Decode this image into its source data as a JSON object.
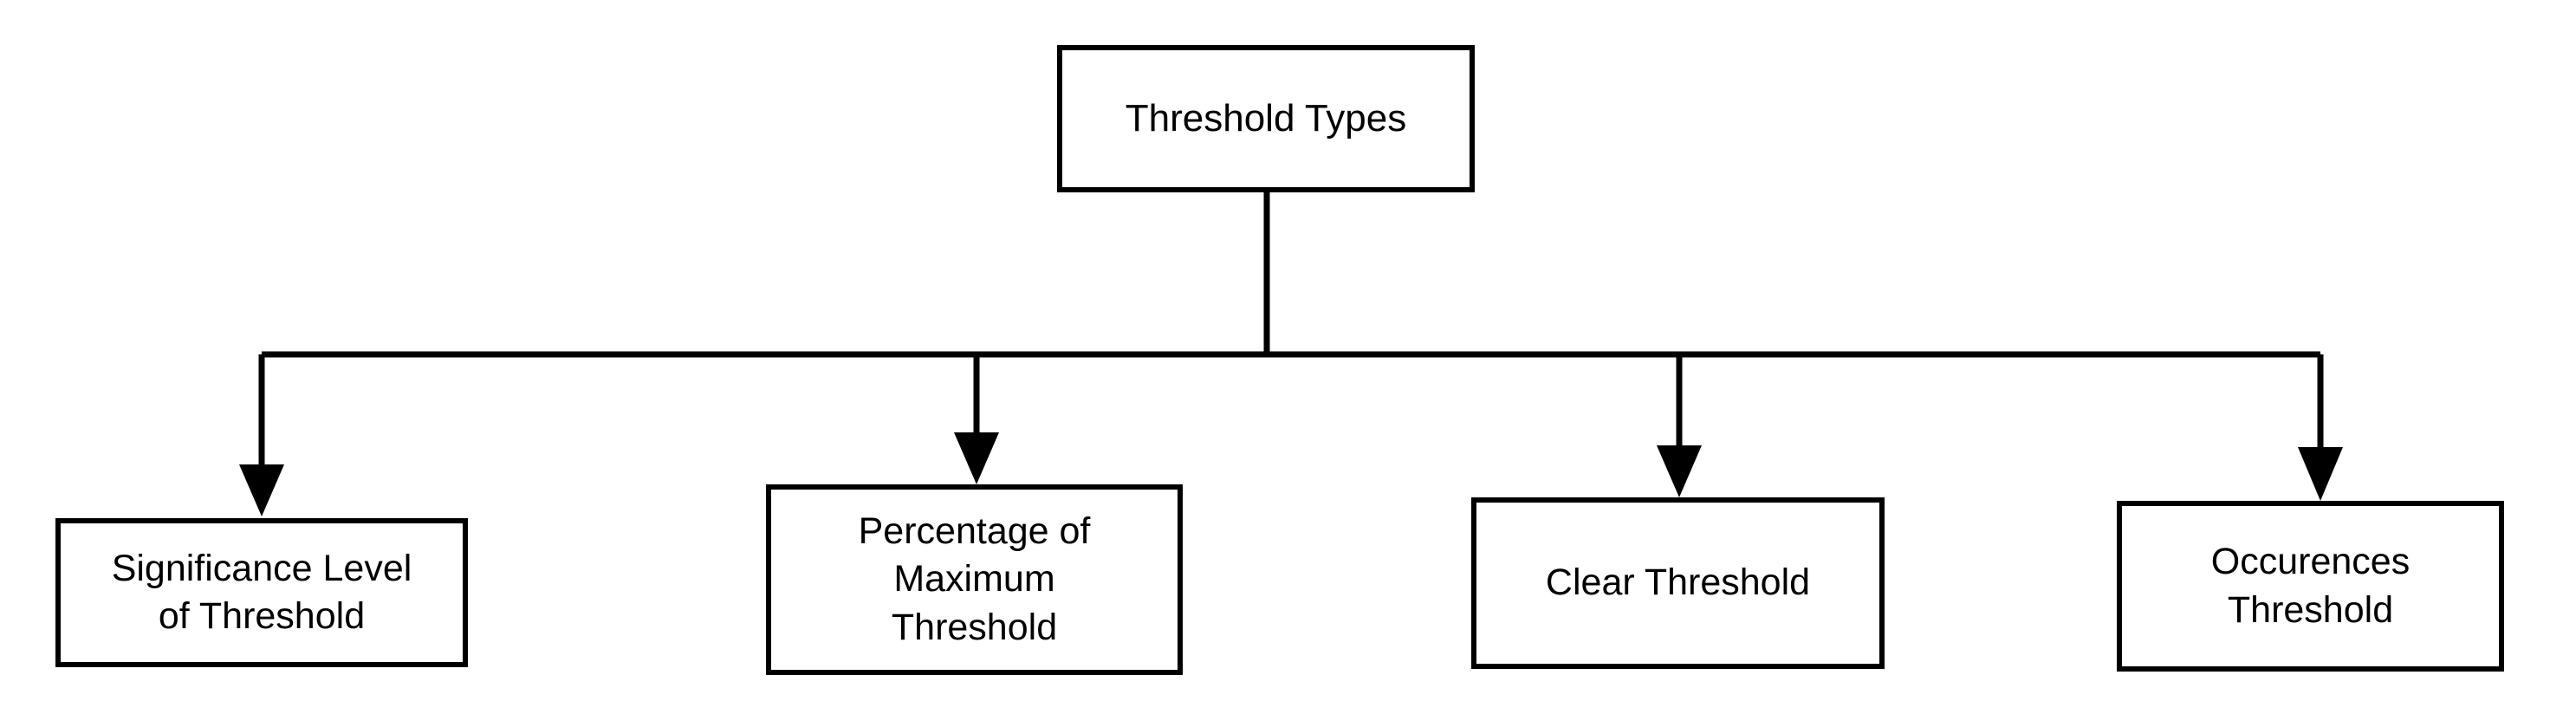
{
  "diagram": {
    "title": "Threshold Types",
    "type": "tree",
    "orientation": "top-down",
    "colors": {
      "background": "#ffffff",
      "stroke": "#000000",
      "text": "#000000",
      "node_fill": "#ffffff"
    },
    "root": {
      "id": "threshold-types",
      "label": "Threshold Types"
    },
    "children": [
      {
        "id": "significance-level-of-threshold",
        "label": "Significance Level\nof Threshold"
      },
      {
        "id": "percentage-of-maximum-threshold",
        "label": "Percentage of\nMaximum\nThreshold"
      },
      {
        "id": "clear-threshold",
        "label": "Clear Threshold"
      },
      {
        "id": "occurences-threshold",
        "label": "Occurences\nThreshold"
      }
    ],
    "edges": [
      {
        "from": "threshold-types",
        "to": "significance-level-of-threshold",
        "arrow": "down"
      },
      {
        "from": "threshold-types",
        "to": "percentage-of-maximum-threshold",
        "arrow": "down"
      },
      {
        "from": "threshold-types",
        "to": "clear-threshold",
        "arrow": "down"
      },
      {
        "from": "threshold-types",
        "to": "occurences-threshold",
        "arrow": "down"
      }
    ]
  }
}
